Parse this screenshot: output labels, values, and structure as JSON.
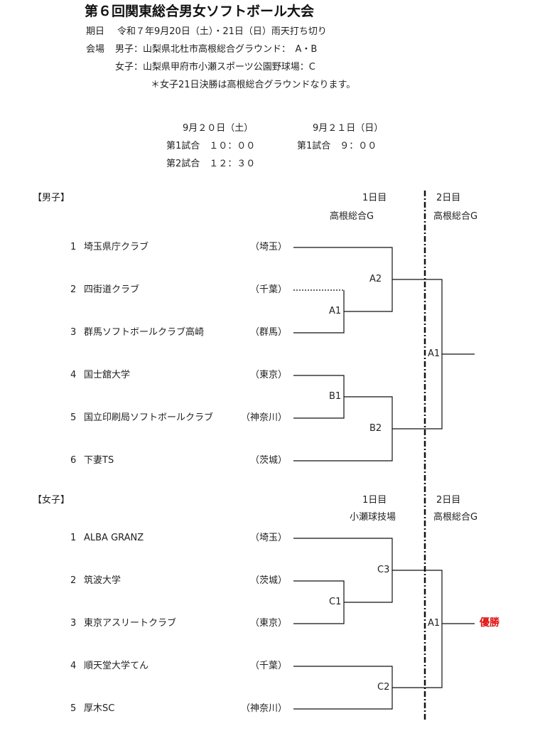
{
  "title": "第６回関東総合男女ソフトボール大会",
  "info": {
    "date_label": "期日",
    "date": "令和７年9月20日（土）・21日（日）雨天打ち切り",
    "venue_label": "会場",
    "men_venue": "男子：山梨県北杜市高根総合グラウンド：　A・B",
    "women_venue": "女子：山梨県甲府市小瀬スポーツ公園野球場：C",
    "note": "＊女子21日決勝は高根総合グラウンドなります。"
  },
  "schedule": {
    "day1": "9月２０日（土）",
    "day1_g1": "第1試合　１０：００",
    "day1_g2": "第2試合　１２：３０",
    "day2": "9月２１日（日）",
    "day2_g1": "第1試合　９：００"
  },
  "men": {
    "heading": "【男子】",
    "day1": "1日目",
    "day1_venue": "高根総合G",
    "day2": "2日目",
    "day2_venue": "高根総合G",
    "teams": [
      {
        "no": "1",
        "name": "埼玉県庁クラブ",
        "pref": "（埼玉）"
      },
      {
        "no": "2",
        "name": "四街道クラブ",
        "pref": "（千葉）"
      },
      {
        "no": "3",
        "name": "群馬ソフトボールクラブ高崎",
        "pref": "（群馬）"
      },
      {
        "no": "4",
        "name": "国士舘大学",
        "pref": "（東京）"
      },
      {
        "no": "5",
        "name": "国立印刷局ソフトボールクラブ",
        "pref": "（神奈川）"
      },
      {
        "no": "6",
        "name": "下妻TS",
        "pref": "（茨城）"
      }
    ],
    "games": {
      "a1": "A1",
      "a2": "A2",
      "b1": "B1",
      "b2": "B2",
      "final": "A1"
    }
  },
  "women": {
    "heading": "【女子】",
    "day1": "1日目",
    "day1_venue": "小瀬球技場",
    "day2": "2日目",
    "day2_venue": "高根総合G",
    "teams": [
      {
        "no": "1",
        "name": "ALBA GRANZ",
        "pref": "（埼玉）"
      },
      {
        "no": "2",
        "name": "筑波大学",
        "pref": "（茨城）"
      },
      {
        "no": "3",
        "name": "東京アスリートクラブ",
        "pref": "（東京）"
      },
      {
        "no": "4",
        "name": "順天堂大学てん",
        "pref": "（千葉）"
      },
      {
        "no": "5",
        "name": "厚木SC",
        "pref": "（神奈川）"
      }
    ],
    "games": {
      "c1": "C1",
      "c2": "C2",
      "c3": "C3",
      "final": "A1"
    },
    "champion": "優勝"
  }
}
